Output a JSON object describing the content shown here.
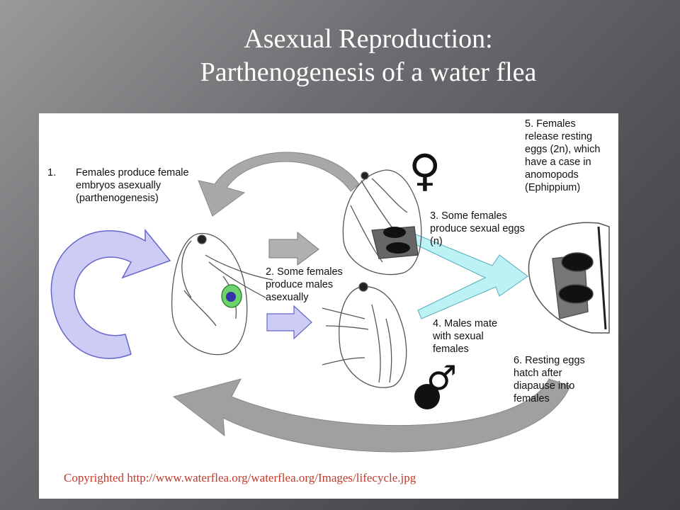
{
  "slide": {
    "title_line1": "Asexual Reproduction:",
    "title_line2": "Parthenogenesis of a water flea"
  },
  "diagram": {
    "step1_number": "1.",
    "step1_text": "Females produce female\nembryos asexually\n(parthenogenesis)",
    "step2_text": "2. Some females\nproduce males\nasexually",
    "step3_text": "3. Some females\nproduce sexual eggs\n(n)",
    "step4_text": "4. Males mate\nwith sexual\nfemales",
    "step5_text": "5. Females\nrelease resting\neggs (2n), which\nhave a case in\nanomopods\n(Ephippium)",
    "step6_text": "6. Resting eggs\nhatch after\ndiapause into\nfemales",
    "female_symbol": "♀",
    "male_symbol": "♂",
    "credit": "Copyrighted http://www.waterflea.org/waterflea.org/Images/lifecycle.jpg"
  },
  "colors": {
    "cycle_arrow": "#ccccf4",
    "gray_arrow": "#a0a0a0",
    "cyan_arrow": "#bdf2f5",
    "credit_text": "#c0392b"
  }
}
